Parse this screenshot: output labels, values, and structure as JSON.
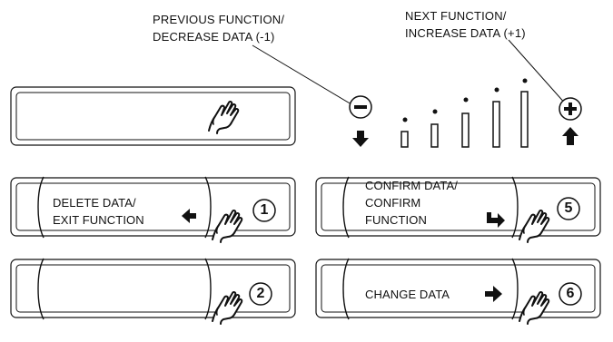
{
  "callouts": {
    "previous": "PREVIOUS FUNCTION/\nDECREASE DATA (-1)",
    "next": "NEXT FUNCTION/\nINCREASE DATA (+1)"
  },
  "indicator": {
    "minus_symbol": "−",
    "plus_symbol": "+",
    "levels": 5
  },
  "buttons": {
    "delete": {
      "label": "DELETE DATA/\nEXIT FUNCTION",
      "number": "1"
    },
    "blank": {
      "label": "",
      "number": "2"
    },
    "confirm": {
      "label": "CONFIRM DATA/\nCONFIRM\nFUNCTION",
      "number": "5"
    },
    "change": {
      "label": "CHANGE DATA",
      "number": "6"
    }
  },
  "icons": {
    "touch": "hand-touch-icon",
    "left_arrow": "arrow-left-icon",
    "enter_arrow": "enter-arrow-icon",
    "right_arrow": "arrow-right-icon",
    "down_arrow": "arrow-down-icon",
    "up_arrow": "arrow-up-icon",
    "minus": "minus-circle-icon",
    "plus": "plus-circle-icon"
  },
  "colors": {
    "ink": "#111111",
    "background": "#ffffff"
  }
}
